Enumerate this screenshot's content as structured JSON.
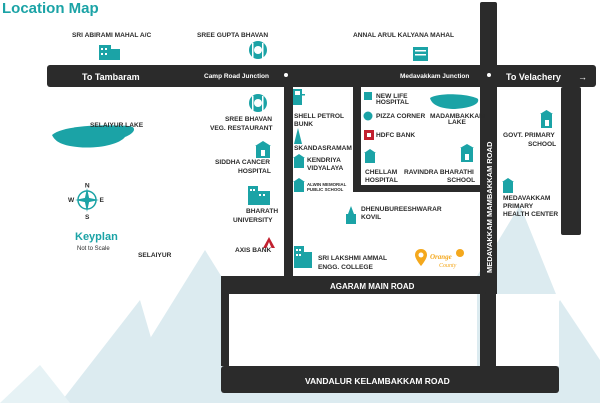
{
  "title": "Location Map",
  "colors": {
    "accent": "#1ba3a6",
    "road": "#2b2b2b",
    "triangle": "#dcebf0",
    "orange": "#f4a81d",
    "axis": "#c2202f"
  },
  "roads": {
    "top": "To Tambaram",
    "velachery": "To Velachery",
    "vertical": "MEDAVAKKAM MAMBAKKAM ROAD",
    "agaram": "AGARAM MAIN ROAD",
    "vandalur": "VANDALUR KELAMBAKKAM ROAD"
  },
  "junctions": {
    "camp_road": "Camp Road Junction",
    "medavakkam": "Medavakkam Junction"
  },
  "places": {
    "abirami": "SRI ABIRAMI MAHAL A/C",
    "sree_gupta": "SREE GUPTA BHAVAN",
    "annal": "ANNAL ARUL KALYANA MAHAL",
    "selaiyur_lake": "SELAIYUR LAKE",
    "sree_bhavan_1": "SREE BHAVAN",
    "sree_bhavan_2": "VEG. RESTAURANT",
    "siddha_1": "SIDDHA CANCER",
    "siddha_2": "HOSPITAL",
    "bharath_1": "BHARATH",
    "bharath_2": "UNIVERSITY",
    "axis": "AXIS BANK",
    "selaiyur": "SELAIYUR",
    "shell_1": "SHELL PETROL",
    "shell_2": "BUNK",
    "skanda": "SKANDASRAMAM",
    "kendriya_1": "KENDRIYA",
    "kendriya_2": "VIDYALAYA",
    "alwin_1": "ALWIN MEMORIAL",
    "alwin_2": "PUBLIC SCHOOL",
    "newlife_1": "NEW LIFE",
    "newlife_2": "HOSPITAL",
    "pizza": "PIZZA CORNER",
    "hdfc": "HDFC BANK",
    "madambakkam_1": "MADAMBAKKAM",
    "madambakkam_2": "LAKE",
    "chellam_1": "CHELLAM",
    "chellam_2": "HOSPITAL",
    "ravindra_1": "RAVINDRA BHARATHI",
    "ravindra_2": "SCHOOL",
    "govt_1": "GOVT. PRIMARY",
    "govt_2": "SCHOOL",
    "medprim_1": "MEDAVAKKAM",
    "medprim_2": "PRIMARY",
    "medprim_3": "HEALTH CENTER",
    "dhenu_1": "DHENUBUREESHWARAR",
    "dhenu_2": "KOVIL",
    "sla_1": "SRI LAKSHMI AMMAL",
    "sla_2": "ENGG. COLLEGE",
    "orange_1": "Orange",
    "orange_2": "County"
  },
  "keyplan": {
    "label": "Keyplan",
    "note": "Not to Scale",
    "n": "N",
    "s": "S",
    "e": "E",
    "w": "W"
  },
  "icons": {
    "restaurant": "restaurant-icon",
    "building": "building-icon",
    "petrol": "fuel-pump-icon",
    "temple": "temple-icon",
    "school": "school-icon",
    "hospital": "hospital-icon",
    "bank": "bank-icon",
    "compass": "compass-icon",
    "pin": "location-pin-icon"
  }
}
